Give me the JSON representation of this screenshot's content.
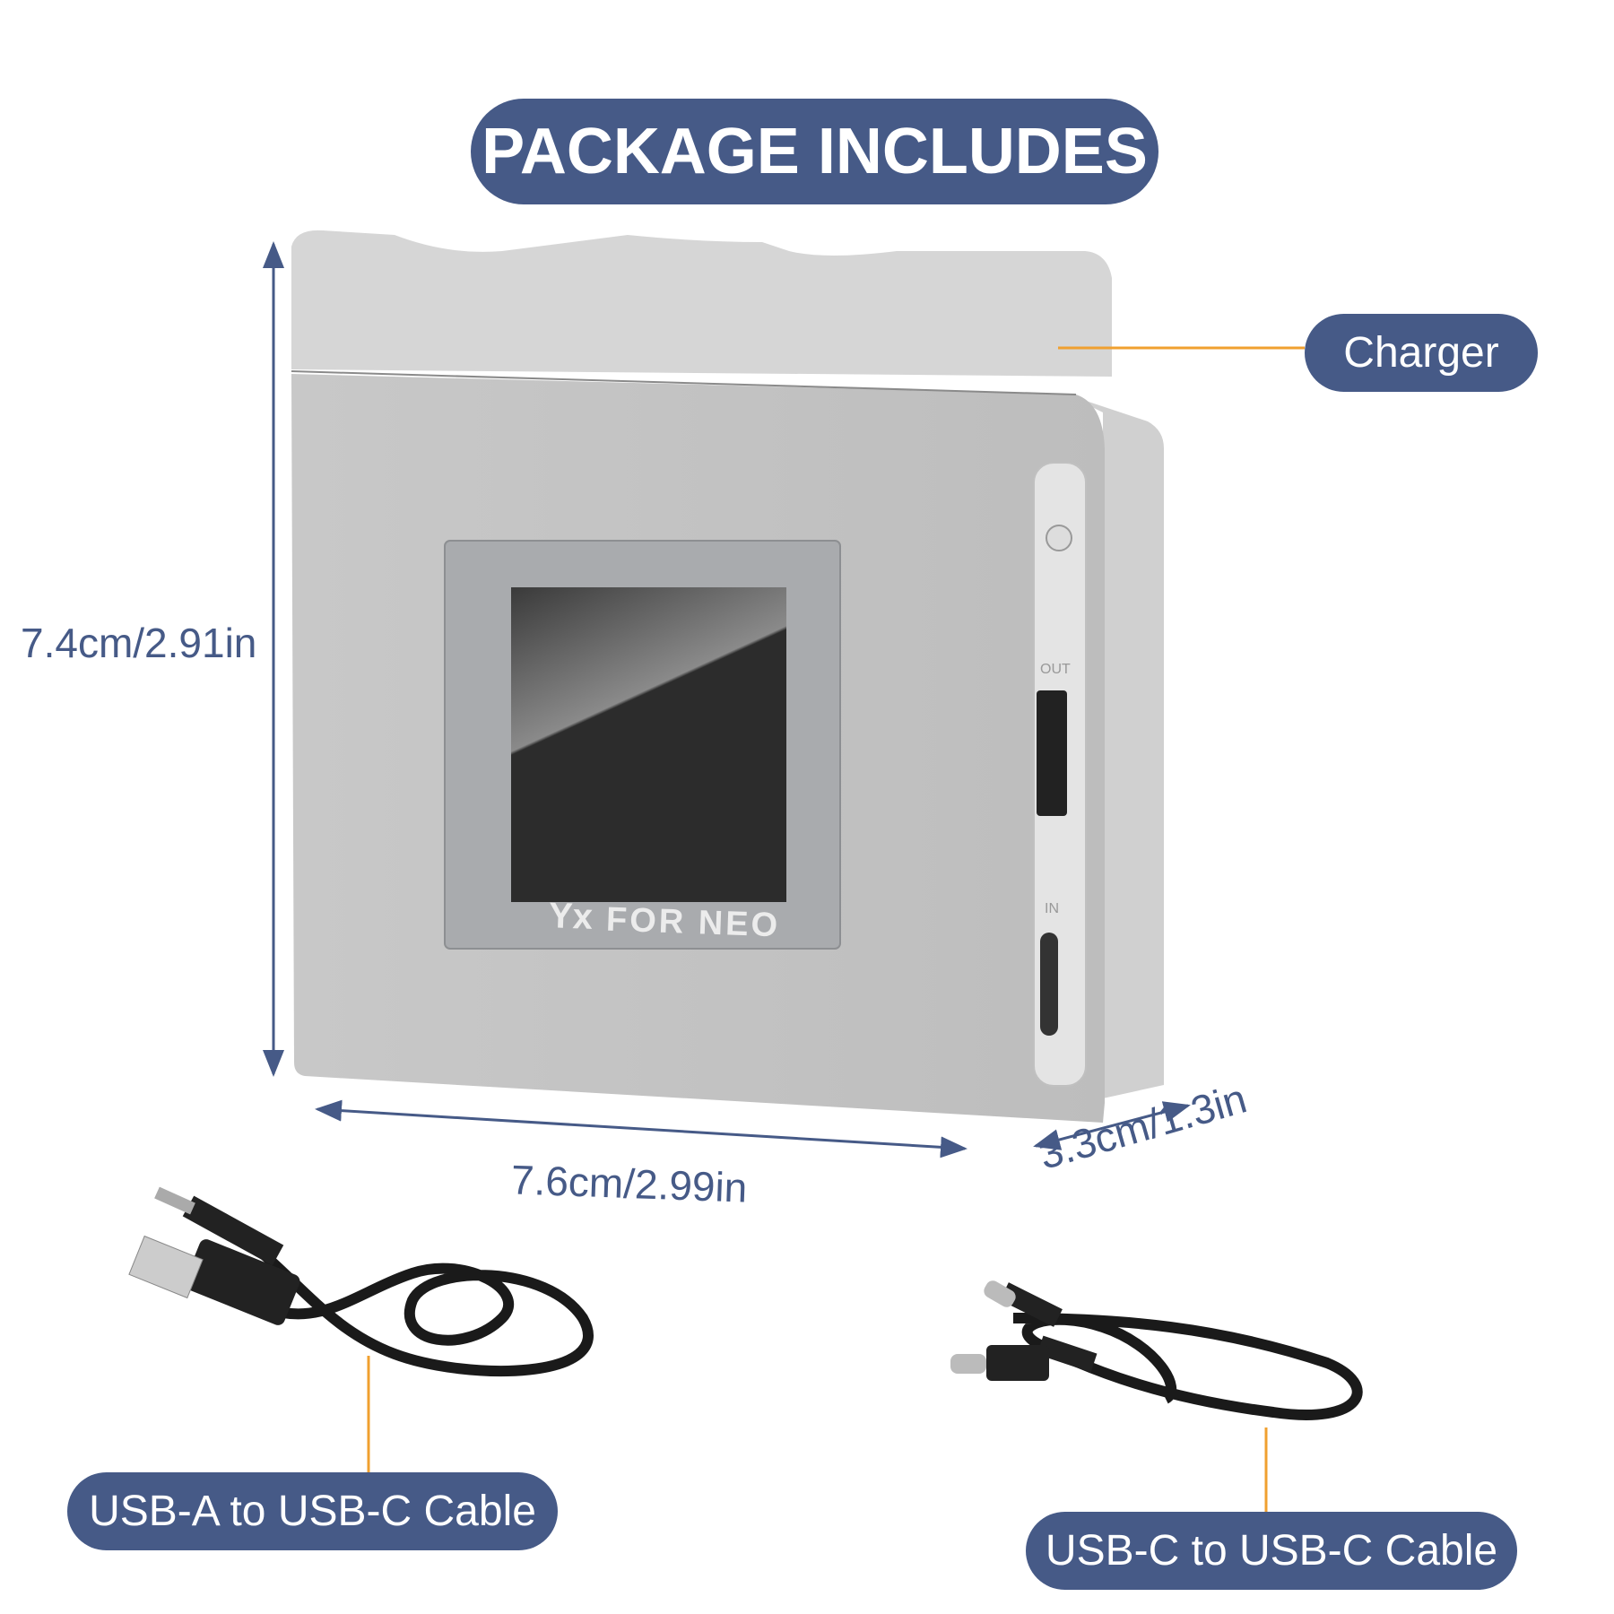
{
  "title": "PACKAGE INCLUDES",
  "items": {
    "charger": "Charger",
    "cable_a": "USB-A to USB-C Cable",
    "cable_c": "USB-C to USB-C Cable"
  },
  "dimensions": {
    "height": "7.4cm/2.91in",
    "width": "7.6cm/2.99in",
    "depth": "3.3cm/1.3in"
  },
  "device": {
    "brand_logo": "Yx",
    "screen_label": "FOR NEO",
    "port_out": "OUT",
    "port_in": "IN"
  },
  "colors": {
    "accent": "#465a87",
    "leader": "#f0a030"
  }
}
